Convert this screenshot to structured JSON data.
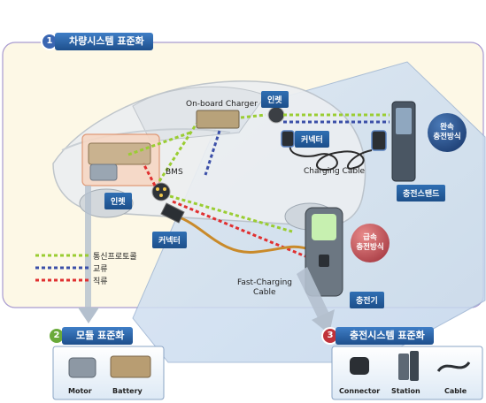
{
  "sections": {
    "vehicle": {
      "number": "1",
      "title": "차량시스템 표준화"
    },
    "module": {
      "number": "2",
      "title": "모듈 표준화"
    },
    "charging": {
      "number": "3",
      "title": "충전시스템 표준화"
    }
  },
  "diagram": {
    "onboard_charger": "On-board Charger",
    "bms": "BMS",
    "inlet_top": "인렛",
    "inlet_car": "인렛",
    "connector_top": "커넥터",
    "connector_bottom": "커넥터",
    "charging_cable": "Charging Cable",
    "fast_cable_line1": "Fast-Charging",
    "fast_cable_line2": "Cable",
    "charging_stand": "충전스탠드",
    "fast_charger": "충전기",
    "slow_mode_line1": "완속",
    "slow_mode_line2": "충전방식",
    "fast_mode_line1": "급속",
    "fast_mode_line2": "충전방식"
  },
  "legend": [
    {
      "label": "통신프로토콜",
      "color": "#9acd32"
    },
    {
      "label": "교류",
      "color": "#3b4fa8"
    },
    {
      "label": "직류",
      "color": "#e03030"
    }
  ],
  "module_items": [
    "Motor",
    "Battery"
  ],
  "charging_items": [
    "Connector",
    "Station",
    "Cable"
  ],
  "colors": {
    "accent": "#1e4f8c",
    "comm": "#9acd32",
    "ac": "#3b4fa8",
    "dc": "#e03030",
    "panel_border": "#9b8fc4"
  }
}
